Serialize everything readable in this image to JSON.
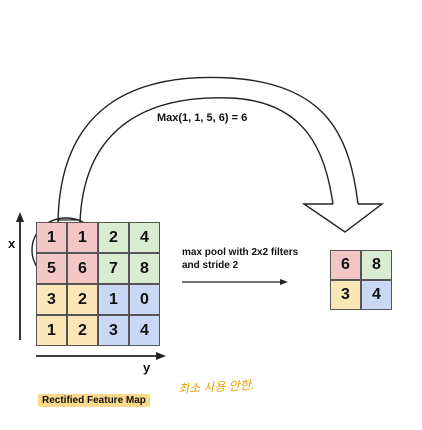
{
  "formula": "Max(1, 1, 5, 6) = 6",
  "pool_label_line1": "max pool with 2x2 filters",
  "pool_label_line2": "and stride 2",
  "axis_x": "x",
  "axis_y": "y",
  "caption": "Rectified Feature Map",
  "handwritten_note": "최소 사용 안한.",
  "feature_map": [
    [
      "1",
      "1",
      "2",
      "4"
    ],
    [
      "5",
      "6",
      "7",
      "8"
    ],
    [
      "3",
      "2",
      "1",
      "0"
    ],
    [
      "1",
      "2",
      "3",
      "4"
    ]
  ],
  "pooled_output": [
    [
      "6",
      "8"
    ],
    [
      "3",
      "4"
    ]
  ],
  "colors": {
    "red": "#f4c7c7",
    "green": "#d7ecd0",
    "yellow": "#fbe6b8",
    "blue": "#c9d8f5",
    "caption_highlight": "#fad98a"
  }
}
